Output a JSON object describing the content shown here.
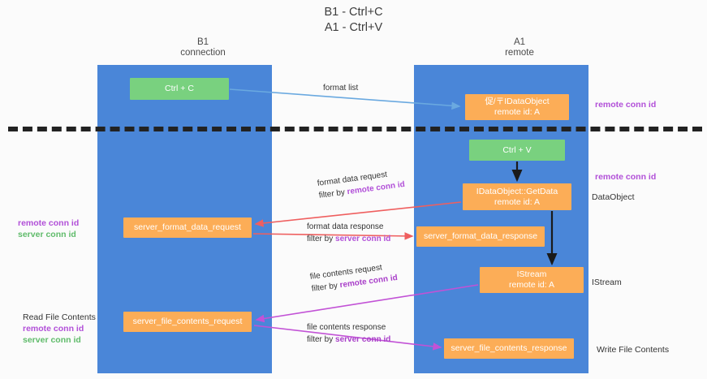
{
  "title": "B1 - Ctrl+C\nA1 - Ctrl+V",
  "lanes": {
    "left": {
      "header": "B1\nconnection"
    },
    "right": {
      "header": "A1\nremote"
    }
  },
  "nodes": {
    "ctrl_c": {
      "line1": "Ctrl + C",
      "line2": "",
      "color": "#79d17f"
    },
    "ctrl_v": {
      "line1": "Ctrl + V",
      "line2": "",
      "color": "#79d17f"
    },
    "idataobject": {
      "line1": "促/〒IDataObject",
      "line2": "remote id: A",
      "color": "#fcad57"
    },
    "getdata": {
      "line1": "IDataObject::GetData",
      "line2": "remote id: A",
      "color": "#fcad57"
    },
    "istream": {
      "line1": "IStream",
      "line2": "remote id: A",
      "color": "#fcad57"
    },
    "server_format_data_request": {
      "line1": "server_format_data_request",
      "line2": "",
      "color": "#fcad57"
    },
    "server_format_data_response": {
      "line1": "server_format_data_response",
      "line2": "",
      "color": "#fcad57"
    },
    "server_file_contents_request": {
      "line1": "server_file_contents_request",
      "line2": "",
      "color": "#fcad57"
    },
    "server_file_contents_response": {
      "line1": "server_file_contents_response",
      "line2": "",
      "color": "#fcad57"
    }
  },
  "edges": {
    "format_list": {
      "line1": "format list",
      "line2": "",
      "highlight": "",
      "color": "#6aa9e0"
    },
    "format_data_request": {
      "line1": "format data request",
      "line2": "filter by ",
      "highlight": "remote conn id",
      "color": "#ef5f5f"
    },
    "format_data_response": {
      "line1": "format data response",
      "line2": "filter by ",
      "highlight": "server conn id",
      "color": "#ef5f5f"
    },
    "file_contents_request": {
      "line1": "file contents request",
      "line2": "filter by ",
      "highlight": "remote conn id",
      "color": "#c252d6"
    },
    "file_contents_response": {
      "line1": "file contents response",
      "line2": "filter by ",
      "highlight": "server conn id",
      "color": "#c252d6"
    }
  },
  "annotations": {
    "right_remote_conn_id_top": "remote conn id",
    "right_remote_conn_id_mid": "remote conn id",
    "right_dataobject": "DataObject",
    "right_istream": "IStream",
    "right_write_file_contents": "Write File Contents",
    "left_read_file_contents": "Read File Contents",
    "left_remote_conn_id": "remote conn id",
    "left_server_conn_id": "server conn id",
    "left_remote_conn_id_2": "remote conn id",
    "left_server_conn_id_2": "server conn id"
  },
  "colors": {
    "lane": "#4a86d8",
    "green_node": "#79d17f",
    "orange_node": "#fcad57",
    "purple": "#b14fd8",
    "green_text": "#5fbb6a",
    "red_arrow": "#ef5f5f",
    "magenta_arrow": "#c252d6",
    "blue_arrow": "#6aa9e0",
    "separator": "#222222"
  }
}
